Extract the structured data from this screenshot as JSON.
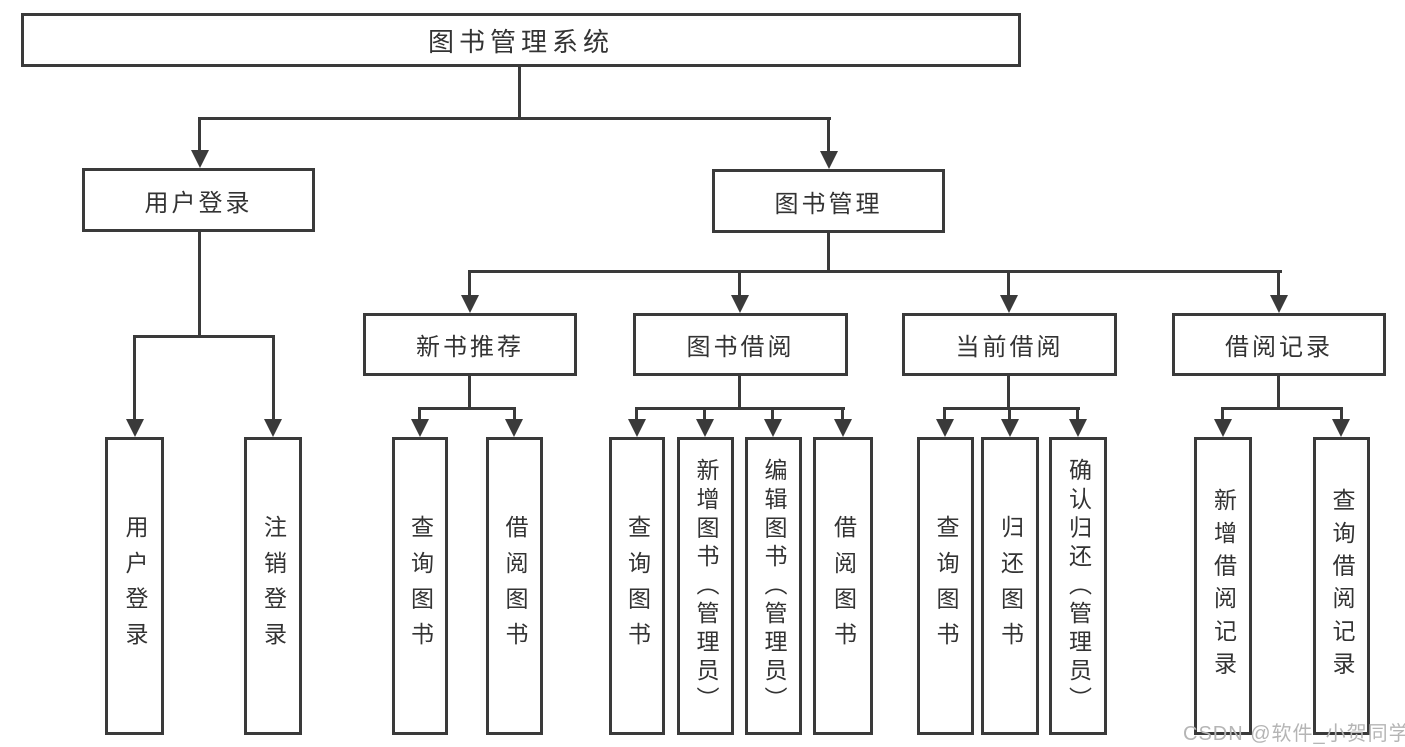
{
  "diagram_title": "图书管理系统",
  "tree": {
    "root": {
      "label": "图书管理系统"
    },
    "branches": [
      {
        "label": "用户登录",
        "children": [
          {
            "label": "用户登录"
          },
          {
            "label": "注销登录"
          }
        ]
      },
      {
        "label": "图书管理",
        "children": [
          {
            "label": "新书推荐",
            "children": [
              {
                "label": "查询图书"
              },
              {
                "label": "借阅图书"
              }
            ]
          },
          {
            "label": "图书借阅",
            "children": [
              {
                "label": "查询图书"
              },
              {
                "label": "新增图书（管理员）"
              },
              {
                "label": "编辑图书（管理员）"
              },
              {
                "label": "借阅图书"
              }
            ]
          },
          {
            "label": "当前借阅",
            "children": [
              {
                "label": "查询图书"
              },
              {
                "label": "归还图书"
              },
              {
                "label": "确认归还（管理员）"
              }
            ]
          },
          {
            "label": "借阅记录",
            "children": [
              {
                "label": "新增借阅记录"
              },
              {
                "label": "查询借阅记录"
              }
            ]
          }
        ]
      }
    ]
  },
  "watermark": {
    "text": "CSDN @软件_小贺同学"
  },
  "colors": {
    "line": "#3a3a3a",
    "text": "#333333",
    "watermark": "#b5b5b5",
    "background": "#ffffff"
  }
}
